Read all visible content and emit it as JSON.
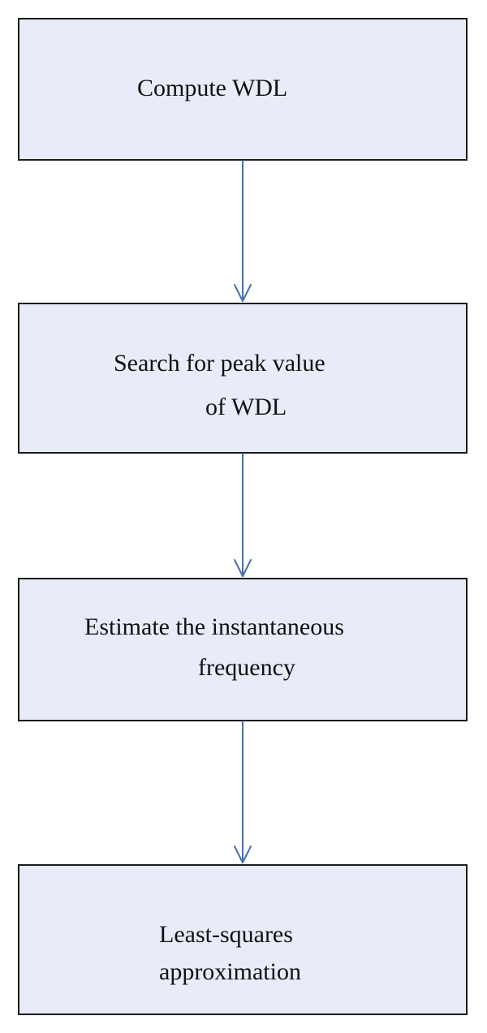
{
  "flowchart": {
    "steps": [
      {
        "lines": [
          "Compute WDL"
        ]
      },
      {
        "lines": [
          "Search for peak value",
          "of WDL"
        ]
      },
      {
        "lines": [
          "Estimate the instantaneous",
          "frequency"
        ]
      },
      {
        "lines": [
          "Least-squares",
          "approximation"
        ]
      }
    ]
  },
  "colors": {
    "box_fill": "#e8ecf8",
    "box_border": "#1a1a1a",
    "arrow": "#4a6fa5",
    "text": "#111111"
  }
}
